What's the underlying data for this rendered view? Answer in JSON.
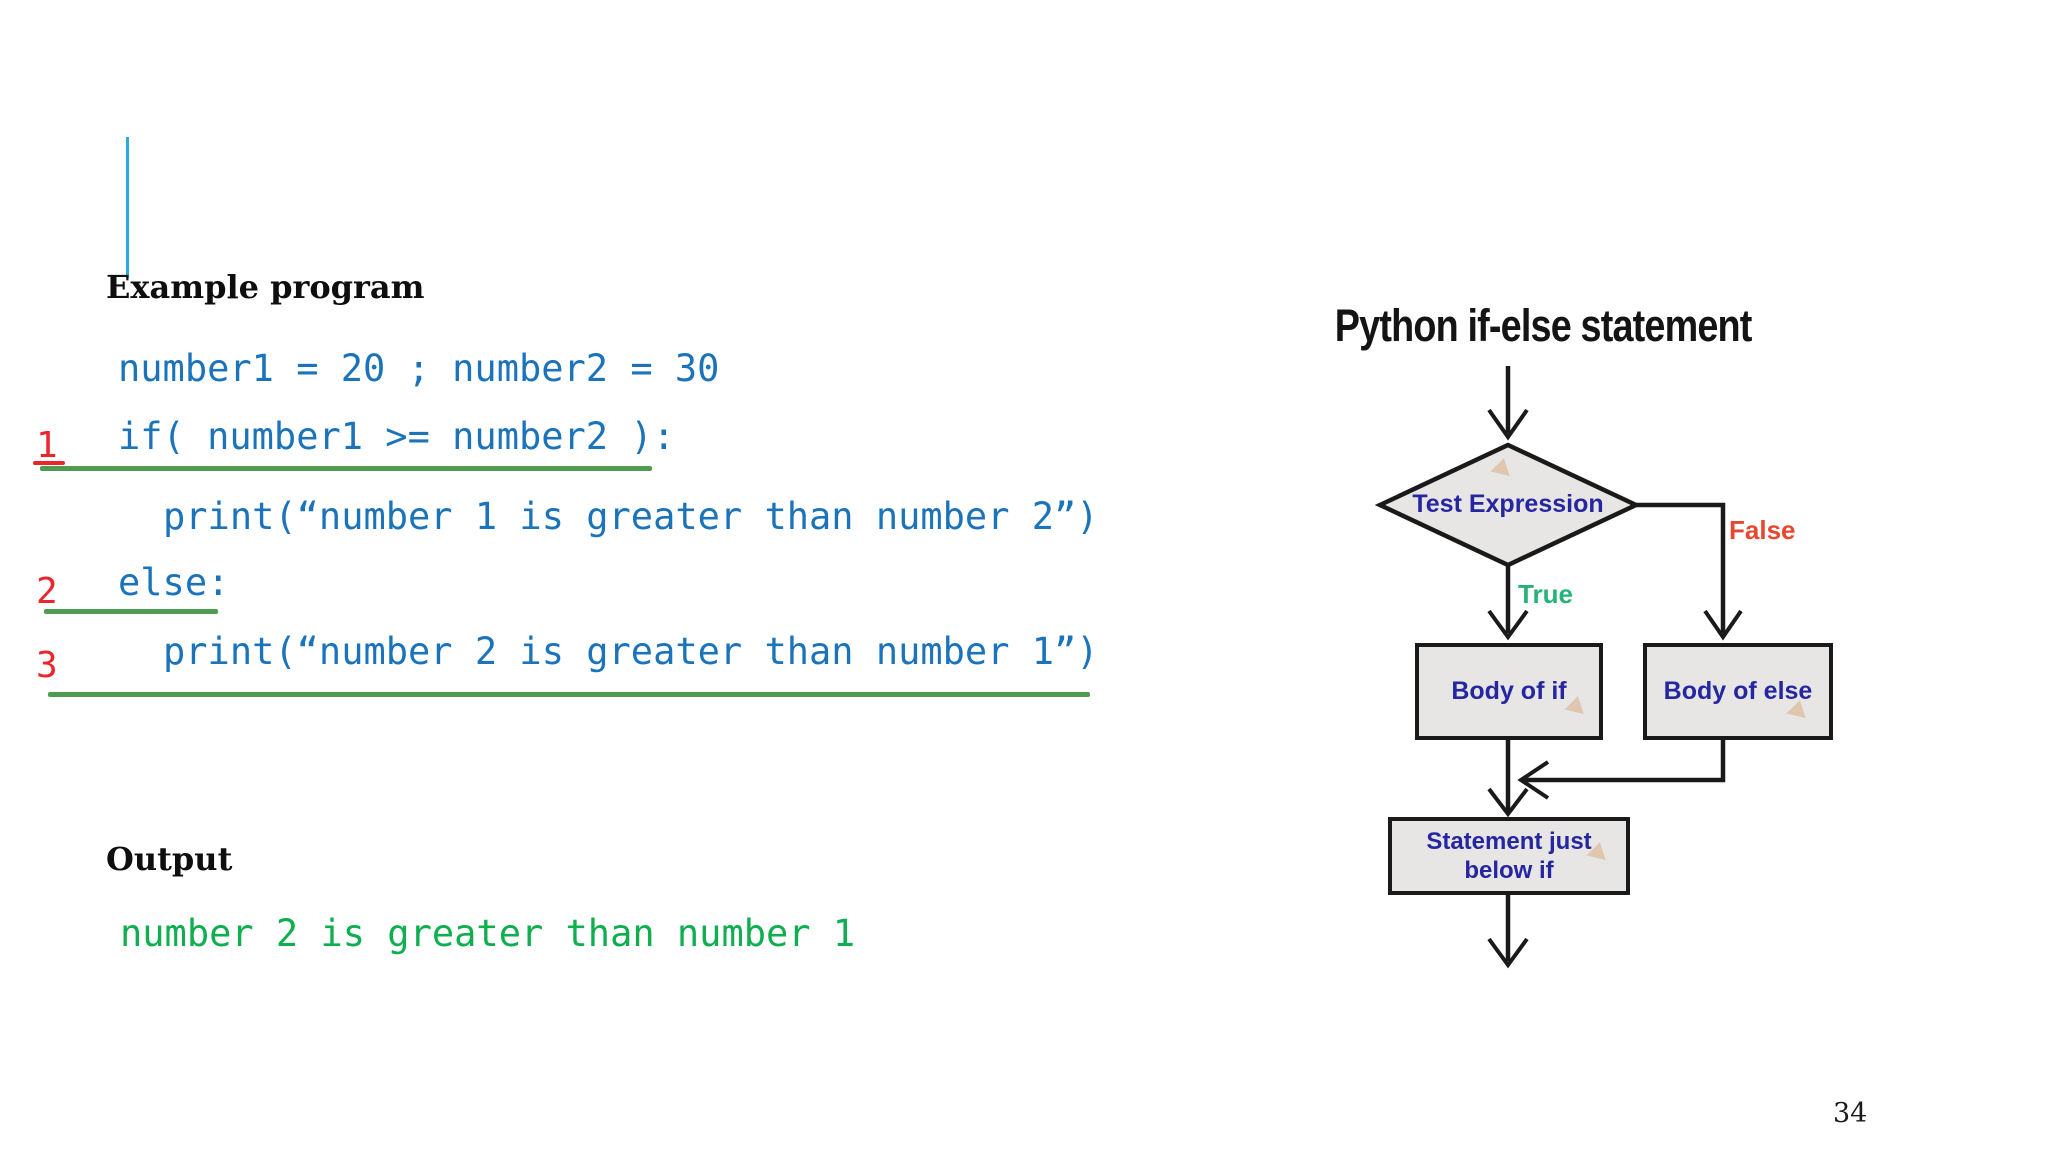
{
  "slide": {
    "page_number": "34"
  },
  "left_panel": {
    "heading": "Example program",
    "code_lines": [
      {
        "text": "number1 = 20 ; number2 = 30"
      },
      {
        "text": "if( number1 >= number2 ):"
      },
      {
        "text": "print(“number 1 is greater than number 2”)"
      },
      {
        "text": "else:"
      },
      {
        "text": "print(“number 2 is greater than number 1”)"
      }
    ],
    "markers": [
      "1",
      "2",
      "3"
    ],
    "output_heading": "Output",
    "output_text": "number 2 is greater than number 1"
  },
  "flowchart": {
    "title": "Python if-else statement",
    "nodes": {
      "diamond": "Test Expression",
      "body_if": "Body of if",
      "body_else": "Body of else",
      "statement_line1": "Statement just",
      "statement_line2": "below if"
    },
    "labels": {
      "true": "True",
      "false": "False"
    }
  },
  "colors": {
    "code_blue": "#1b74bb",
    "output_green": "#0fae4e",
    "underline_green": "#4e9b51",
    "marker_red": "#e8262c",
    "false_red": "#e8472f",
    "true_green": "#27b377",
    "node_navy": "#2626a0",
    "node_fill_gray": "#e7e6e4",
    "accent_cyan": "#29abe2",
    "line_black": "#1a1a1a"
  }
}
